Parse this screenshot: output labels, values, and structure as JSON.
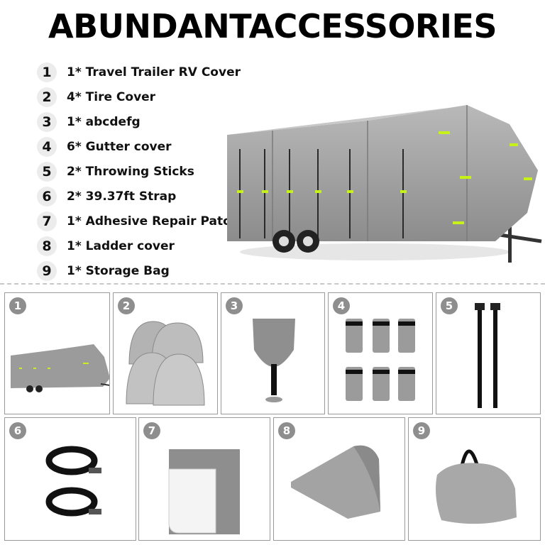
{
  "title": "ABUNDANTACCESSORIES",
  "items": [
    {
      "num": "1",
      "qty": "1",
      "sym": "*",
      "name": "Travel Trailer RV Cover"
    },
    {
      "num": "2",
      "qty": "4",
      "sym": "*",
      "name": "Tire Cover"
    },
    {
      "num": "3",
      "qty": "1",
      "sym": "*",
      "name": "abcdefg"
    },
    {
      "num": "4",
      "qty": "6",
      "sym": "*",
      "name": "Gutter cover"
    },
    {
      "num": "5",
      "qty": "2",
      "sym": "*",
      "name": "Throwing Sticks"
    },
    {
      "num": "6",
      "qty": "2",
      "sym": "*",
      "name": "39.37ft Strap"
    },
    {
      "num": "7",
      "qty": "1",
      "sym": "*",
      "name": "Adhesive Repair Patch"
    },
    {
      "num": "8",
      "qty": "1",
      "sym": "*",
      "name": "Ladder cover"
    },
    {
      "num": "9",
      "qty": "1",
      "sym": "*",
      "name": "Storage Bag"
    }
  ],
  "panels": [
    "1",
    "2",
    "3",
    "4",
    "5",
    "6",
    "7",
    "8",
    "9"
  ],
  "colors": {
    "cover_gray": "#9b9b9b",
    "reflective": "#c6f21a",
    "strap": "#111111",
    "badge": "#8e8e8e"
  }
}
